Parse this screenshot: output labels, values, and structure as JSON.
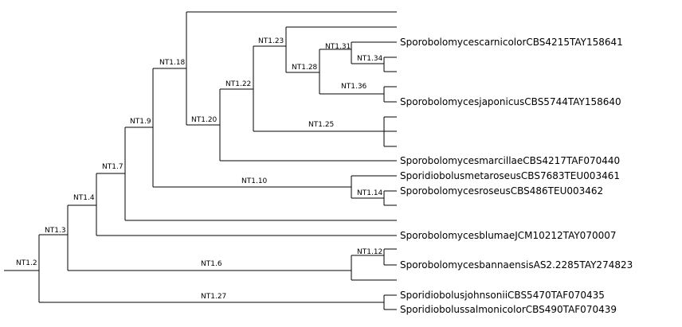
{
  "tree": {
    "node_labels": {
      "n2": "NT1.2",
      "n3": "NT1.3",
      "n4": "NT1.4",
      "n7": "NT1.7",
      "n9": "NT1.9",
      "n18": "NT1.18",
      "n20": "NT1.20",
      "n22": "NT1.22",
      "n23": "NT1.23",
      "n28": "NT1.28",
      "n31": "NT1.31",
      "n34": "NT1.34",
      "n36": "NT1.36",
      "n25": "NT1.25",
      "n10": "NT1.10",
      "n14": "NT1.14",
      "n6": "NT1.6",
      "n12": "NT1.12",
      "n27": "NT1.27"
    },
    "leaf_labels": {
      "carnicolor": "SporobolomycescarnicolorCBS4215TAY158641",
      "japonicus": "SporobolomycesjaponicusCBS5744TAY158640",
      "marcillae": "SporobolomycesmarcillaeCBS4217TAF070440",
      "metaroseus": "SporidiobolusmetaroseusCBS7683TEU003461",
      "roseus": "SporobolomycesroseusCBS486TEU003462",
      "blumae": "SporobolomycesblumaeJCM10212TAY070007",
      "bannaensis": "SporobolomycesbannaensisAS2.2285TAY274823",
      "johnsonii": "SporidiobolusjohnsoniiCBS5470TAF070435",
      "salmonicolor": "SporidiobolussalmonicolorCBS490TAF070439"
    }
  }
}
